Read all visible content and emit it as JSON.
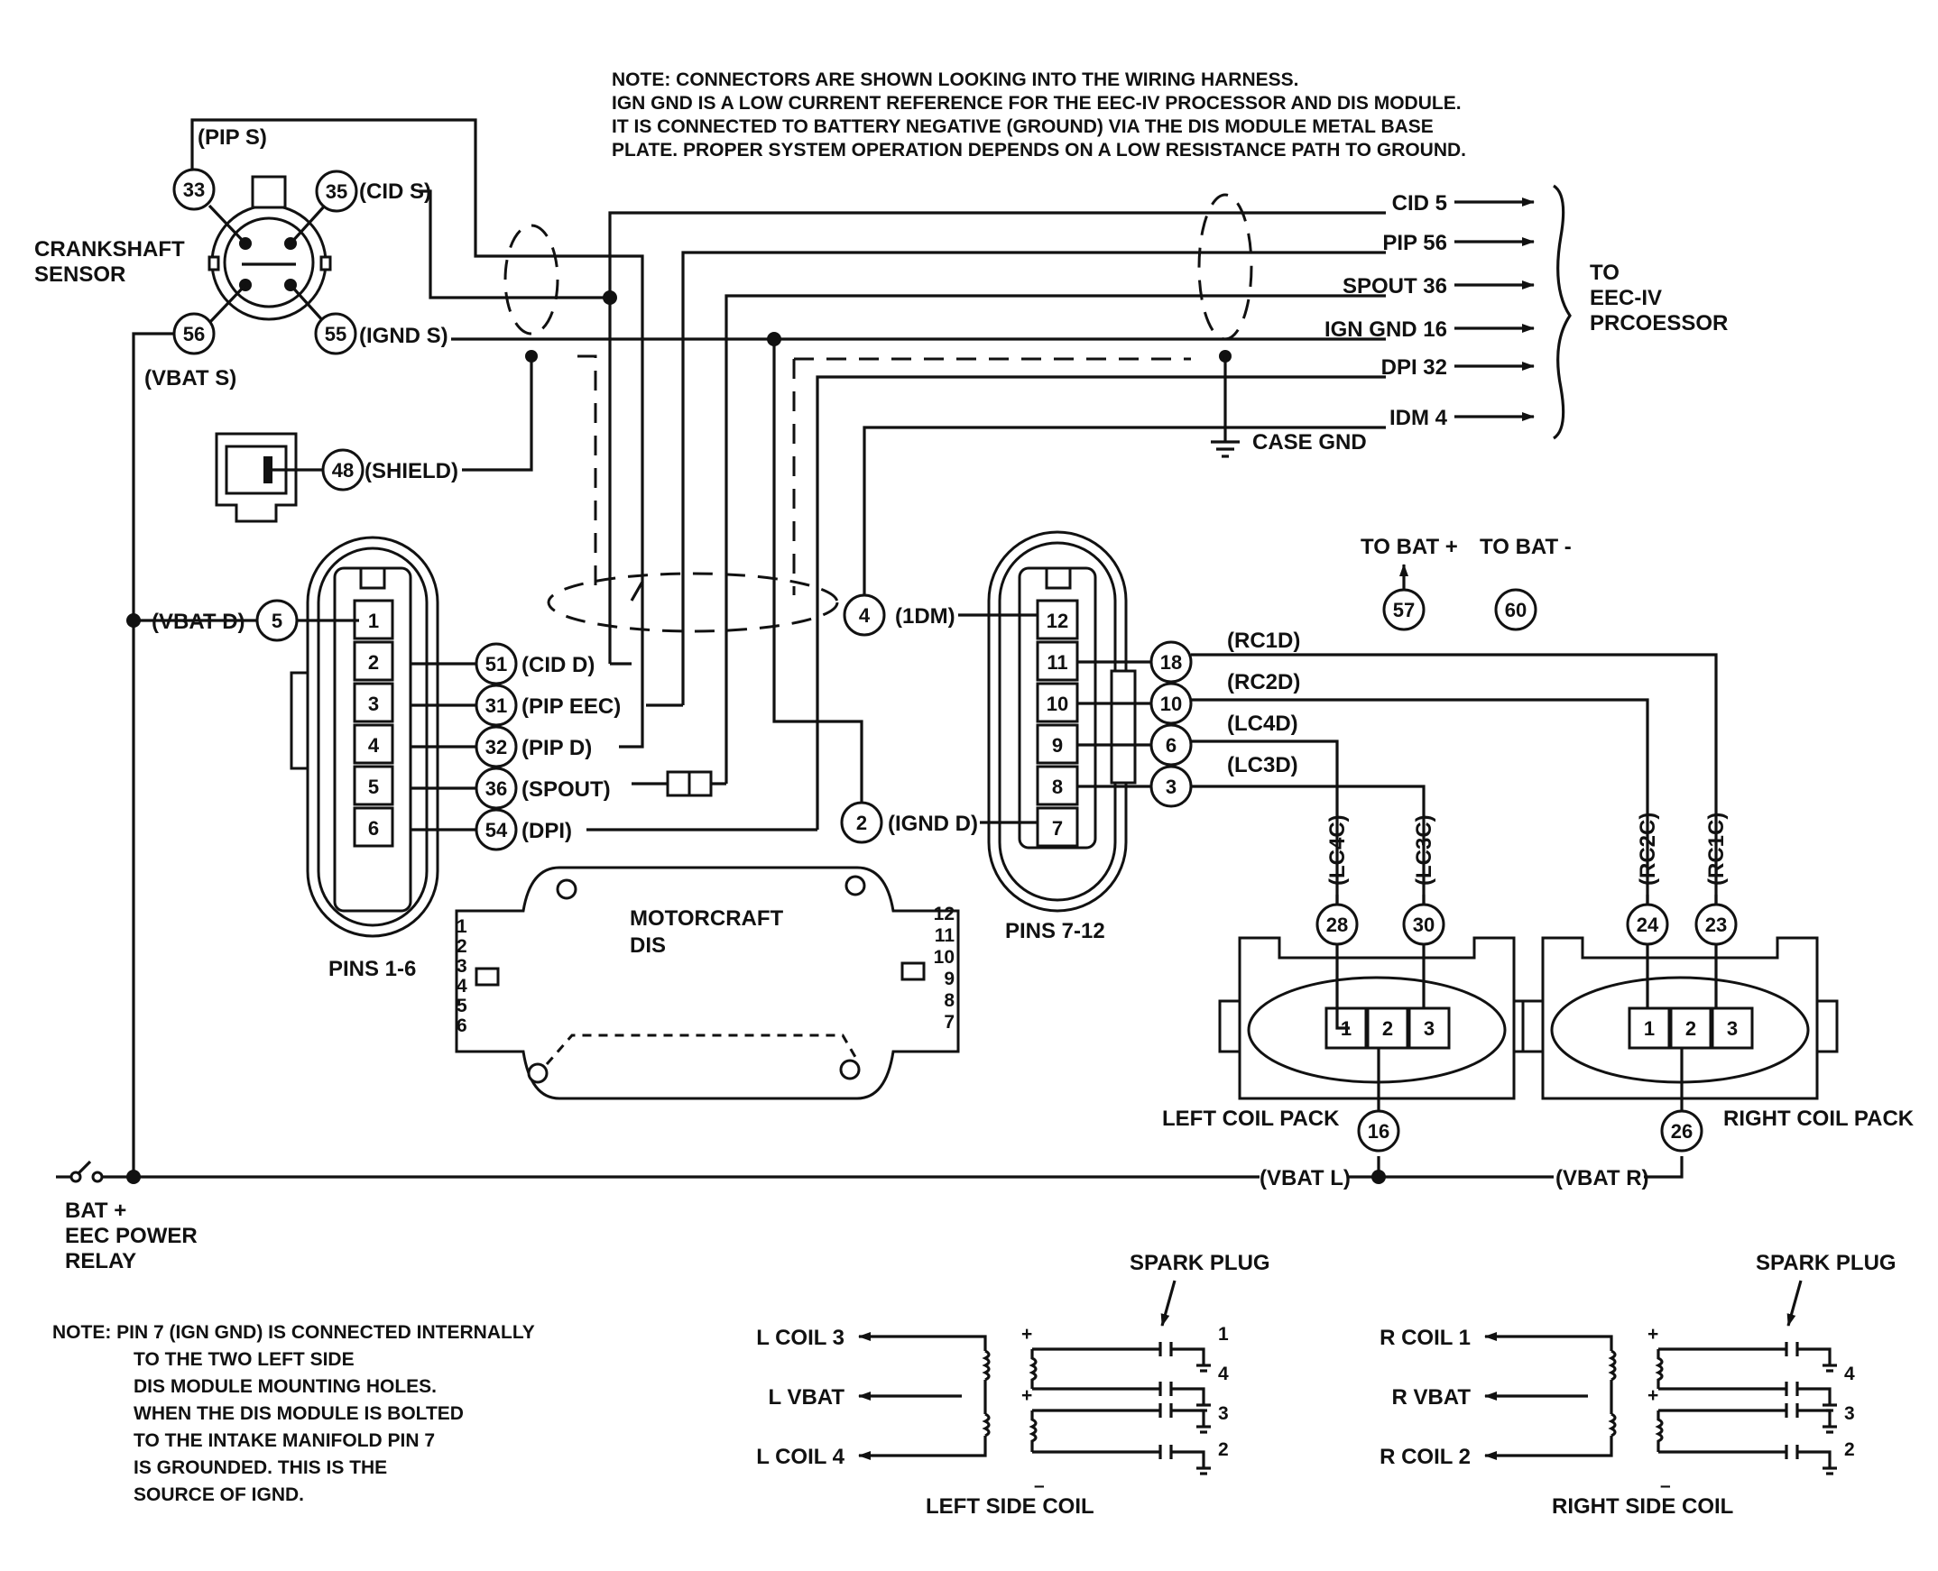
{
  "notes": {
    "top": [
      "NOTE: CONNECTORS ARE SHOWN LOOKING INTO THE WIRING HARNESS.",
      "IGN GND IS A LOW CURRENT REFERENCE FOR THE EEC-IV PROCESSOR AND DIS MODULE.",
      "IT IS CONNECTED TO BATTERY NEGATIVE (GROUND) VIA THE DIS MODULE METAL BASE",
      "PLATE. PROPER SYSTEM OPERATION DEPENDS ON A LOW RESISTANCE PATH TO GROUND."
    ],
    "bottom": [
      "NOTE: PIN 7 (IGN GND) IS CONNECTED INTERNALLY",
      "TO THE TWO LEFT SIDE",
      "DIS MODULE MOUNTING HOLES.",
      "WHEN THE DIS MODULE IS BOLTED",
      "TO THE INTAKE MANIFOLD PIN 7",
      "IS GROUNDED. THIS IS THE",
      "SOURCE OF IGND."
    ]
  },
  "crankshaft": {
    "label1": "CRANKSHAFT",
    "label2": "SENSOR",
    "pins": [
      "33",
      "35",
      "56",
      "55"
    ],
    "pip_s": "(PIP S)",
    "cid_s": "(CID S)",
    "ignd_s": "(IGND S)",
    "vbat_s": "(VBAT S)"
  },
  "shield": {
    "pin": "48",
    "label": "(SHIELD)"
  },
  "eec": {
    "outputs": [
      "CID 5",
      "PIP 56",
      "SPOUT 36",
      "IGN GND 16",
      "DPI 32",
      "IDM 4"
    ],
    "to": "TO",
    "name1": "EEC-IV",
    "name2": "PRCOESSOR",
    "case_gnd": "CASE GND"
  },
  "left_connector": {
    "pins": [
      "1",
      "2",
      "3",
      "4",
      "5",
      "6"
    ],
    "caption": "PINS 1-6",
    "vbat_d": "(VBAT D)",
    "vbat_d_pin": "5",
    "wires": [
      {
        "num": "51",
        "label": "(CID D)"
      },
      {
        "num": "31",
        "label": "(PIP EEC)"
      },
      {
        "num": "32",
        "label": "(PIP D)"
      },
      {
        "num": "36",
        "label": "(SPOUT)"
      },
      {
        "num": "54",
        "label": "(DPI)"
      }
    ]
  },
  "right_connector": {
    "pins": [
      "12",
      "11",
      "10",
      "9",
      "8",
      "7"
    ],
    "caption": "PINS 7-12",
    "idm_pin": "4",
    "idm_label": "(1DM)",
    "ignd_pin": "2",
    "ignd_label": "(IGND D)",
    "wires": [
      {
        "num": "18",
        "label": "(RC1D)"
      },
      {
        "num": "10",
        "label": "(RC2D)"
      },
      {
        "num": "6",
        "label": "(LC4D)"
      },
      {
        "num": "3",
        "label": "(LC3D)"
      }
    ]
  },
  "battery": {
    "to_bat_pos": "TO BAT +",
    "to_bat_neg": "TO BAT -",
    "pos_pin": "57",
    "neg_pin": "60"
  },
  "dis": {
    "name1": "MOTORCRAFT",
    "name2": "DIS",
    "left_pins": [
      "1",
      "2",
      "3",
      "4",
      "5",
      "6"
    ],
    "right_pins": [
      "12",
      "11",
      "10",
      "9",
      "8",
      "7"
    ]
  },
  "coil_packs": {
    "left": {
      "caption": "LEFT COIL PACK",
      "wire_a": "(LC4C)",
      "wire_b": "(LC3C)",
      "pin_a": "28",
      "pin_b": "30",
      "vbat_pin": "16",
      "terminals": [
        "1",
        "2",
        "3"
      ]
    },
    "right": {
      "caption": "RIGHT COIL PACK",
      "wire_a": "(RC2C)",
      "wire_b": "(RC1C)",
      "pin_a": "24",
      "pin_b": "23",
      "vbat_pin": "26",
      "terminals": [
        "1",
        "2",
        "3"
      ]
    }
  },
  "bus": {
    "vbat_l": "(VBAT L)",
    "vbat_r": "(VBAT R)",
    "relay1": "BAT +",
    "relay2": "EEC POWER",
    "relay3": "RELAY"
  },
  "coil_schematics": {
    "left": {
      "inputs": [
        "L COIL 3",
        "L VBAT",
        "L COIL 4"
      ],
      "spark_plug": "SPARK PLUG",
      "plugs": [
        "1",
        "4",
        "3",
        "2"
      ],
      "caption": "LEFT SIDE COIL"
    },
    "right": {
      "inputs": [
        "R COIL 1",
        "R VBAT",
        "R COIL 2"
      ],
      "spark_plug": "SPARK PLUG",
      "plugs": [
        "4",
        "3",
        "2"
      ],
      "caption": "RIGHT SIDE COIL"
    }
  }
}
